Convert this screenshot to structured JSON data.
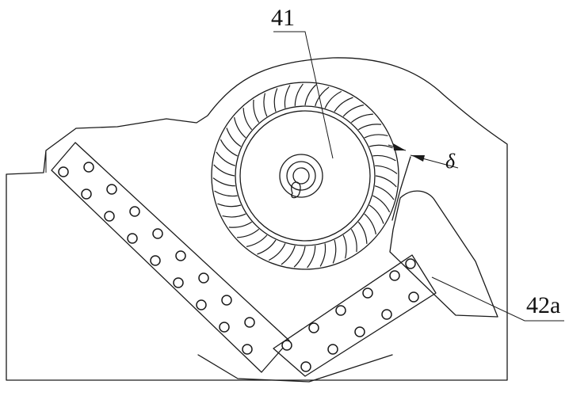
{
  "labels": {
    "fan": "41",
    "duct": "42a",
    "gap": "δ"
  },
  "colors": {
    "line": "#1a1a1a",
    "background": "#ffffff"
  }
}
